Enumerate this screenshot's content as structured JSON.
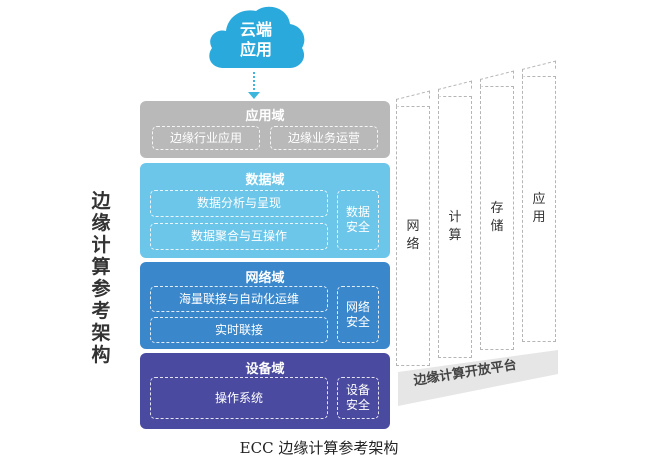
{
  "cloud": {
    "line1": "云端",
    "line2": "应用"
  },
  "side_label": [
    "边",
    "缘",
    "计",
    "算",
    "参",
    "考",
    "架",
    "构"
  ],
  "layers": {
    "app": {
      "title": "应用域",
      "items": [
        "边缘行业应用",
        "边缘业务运营"
      ]
    },
    "data": {
      "title": "数据域",
      "items": [
        "数据分析与呈现",
        "数据聚合与互操作"
      ],
      "security": "数据安全"
    },
    "network": {
      "title": "网络域",
      "items": [
        "海量联接与自动化运维",
        "实时联接"
      ],
      "security": "网络安全"
    },
    "device": {
      "title": "设备域",
      "items": [
        "操作系统"
      ],
      "security": "设备安全"
    }
  },
  "pillars": [
    "网络",
    "计算",
    "存储",
    "应用"
  ],
  "platform": "边缘计算开放平台",
  "caption": "ECC 边缘计算参考架构",
  "colors": {
    "cloud": "#2aa9dc",
    "app_layer": "#b9b9b9",
    "data_layer": "#6cc6e9",
    "network_layer": "#3a87cc",
    "device_layer": "#4a4aa1",
    "platform": "#e6e6e6"
  }
}
